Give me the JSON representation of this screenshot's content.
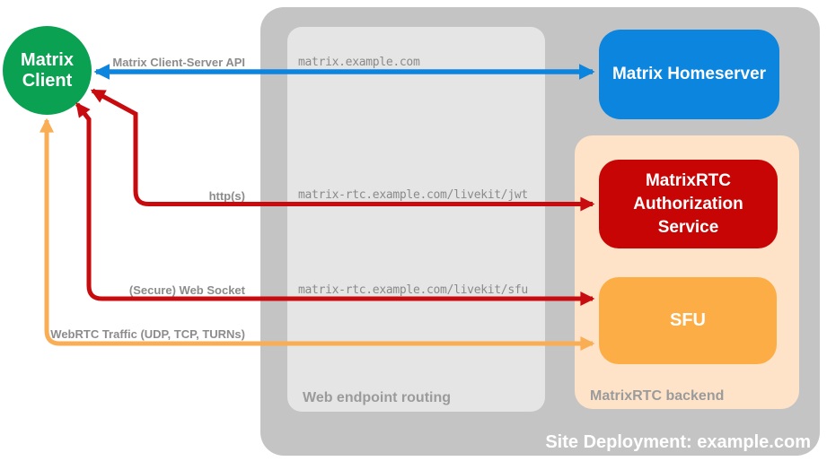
{
  "nodes": {
    "client": {
      "label": "Matrix Client",
      "color": "#0aa152"
    },
    "homeserver": {
      "label": "Matrix Homeserver",
      "color": "#0b85dd"
    },
    "auth_service": {
      "label": "MatrixRTC Authorization Service",
      "color": "#c80505"
    },
    "sfu": {
      "label": "SFU",
      "color": "#fdad45"
    }
  },
  "containers": {
    "site_deployment": {
      "label": "Site Deployment: example.com",
      "color": "#c4c4c4"
    },
    "web_endpoint_routing": {
      "label": "Web endpoint routing",
      "color": "#e5e5e5"
    },
    "matrixrtc_backend": {
      "label": "MatrixRTC backend",
      "color": "#fee3c8"
    }
  },
  "connections": [
    {
      "label": "Matrix Client-Server API",
      "endpoint": "matrix.example.com",
      "color": "#0b85dd"
    },
    {
      "label": "http(s)",
      "endpoint": "matrix-rtc.example.com/livekit/jwt",
      "color": "#c70b0e"
    },
    {
      "label": "(Secure) Web Socket",
      "endpoint": "matrix-rtc.example.com/livekit/sfu",
      "color": "#c70b0e"
    },
    {
      "label": "WebRTC Traffic (UDP, TCP, TURNs)",
      "endpoint": "",
      "color": "#f9ae55"
    }
  ]
}
